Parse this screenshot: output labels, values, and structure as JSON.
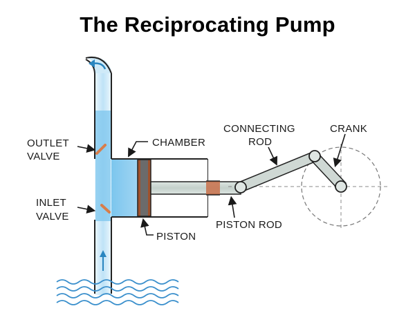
{
  "title": "The Reciprocating Pump",
  "labels": {
    "outlet_valve_line1": "OUTLET",
    "outlet_valve_line2": "VALVE",
    "inlet_valve_line1": "INLET",
    "inlet_valve_line2": "VALVE",
    "chamber": "CHAMBER",
    "piston": "PISTON",
    "piston_rod": "PISTON ROD",
    "connecting_rod_line1": "CONNECTING",
    "connecting_rod_line2": "ROD",
    "crank": "CRANK"
  },
  "colors": {
    "water_light": "#d6ecf8",
    "water_mid": "#9fd2f0",
    "water_dark": "#6ec0ec",
    "arrow_blue": "#2a86c0",
    "valve_orange": "#d87d4a",
    "piston_gray": "#6b6b6b",
    "piston_edge": "#a0522d",
    "rod_gray": "#cfd8d4",
    "outline": "#222222",
    "wave_blue": "#3a8fcc"
  },
  "icons": {
    "outlet_flow": "curved-arrow-icon",
    "inlet_flow": "up-arrow-icon",
    "water_source": "water-waves-icon"
  }
}
